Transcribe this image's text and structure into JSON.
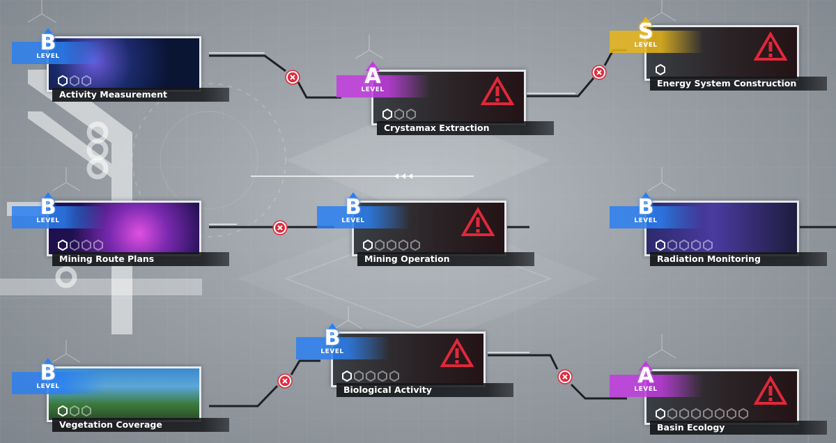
{
  "level_word": "LEVEL",
  "colors": {
    "B": "#2b7ff0",
    "A": "#c23be0",
    "S": "#e8b61a",
    "lock": "#e0283a"
  },
  "nodes": [
    {
      "id": "activity-measurement",
      "title": "Activity Measurement",
      "rank": "B",
      "locked": false,
      "cubes": 3,
      "theme": "creature"
    },
    {
      "id": "crystamax-extraction",
      "title": "Crystamax Extraction",
      "rank": "A",
      "locked": true,
      "cubes": 3
    },
    {
      "id": "energy-system-construction",
      "title": "Energy System Construction",
      "rank": "S",
      "locked": true,
      "cubes": 1
    },
    {
      "id": "mining-route-plans",
      "title": "Mining Route Plans",
      "rank": "B",
      "locked": false,
      "cubes": 4,
      "theme": "crystal"
    },
    {
      "id": "mining-operation",
      "title": "Mining Operation",
      "rank": "B",
      "locked": true,
      "cubes": 5
    },
    {
      "id": "radiation-monitoring",
      "title": "Radiation Monitoring",
      "rank": "B",
      "locked": false,
      "cubes": 5,
      "theme": "lab"
    },
    {
      "id": "vegetation-coverage",
      "title": "Vegetation Coverage",
      "rank": "B",
      "locked": false,
      "cubes": 3,
      "theme": "jungle"
    },
    {
      "id": "biological-activity",
      "title": "Biological Activity",
      "rank": "B",
      "locked": true,
      "cubes": 5
    },
    {
      "id": "basin-ecology",
      "title": "Basin Ecology",
      "rank": "A",
      "locked": true,
      "cubes": 8
    }
  ]
}
